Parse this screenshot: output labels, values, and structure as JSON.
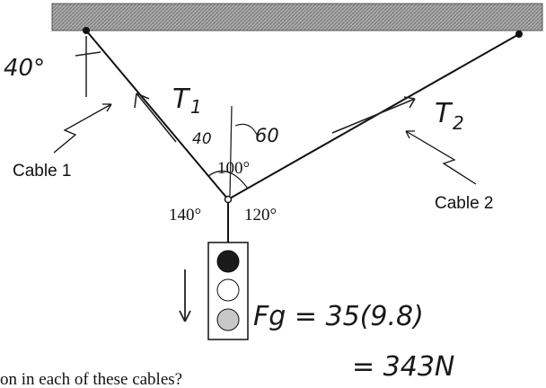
{
  "cables": {
    "cable1_label": "Cable 1",
    "cable2_label": "Cable 2"
  },
  "angles": {
    "left_bottom": "140°",
    "right_bottom": "120°",
    "top_middle": "100°"
  },
  "handwriting": {
    "left_wall_angle": "40°",
    "tension1": "T",
    "tension1_subscript": "1",
    "tension2": "T",
    "tension2_subscript": "2",
    "angle_left_of_vertical": "40",
    "angle_right_of_vertical": "60",
    "weight_line1": "Fg = 35(9.8)",
    "weight_line2": "= 343N"
  },
  "question_fragment": "on in each of these cables?",
  "colors": {
    "ceiling": "#9c9c9c",
    "ink": "#111111",
    "light_top": "#1a1a1a",
    "light_middle": "#ffffff",
    "light_bottom": "#c8c8c8"
  }
}
